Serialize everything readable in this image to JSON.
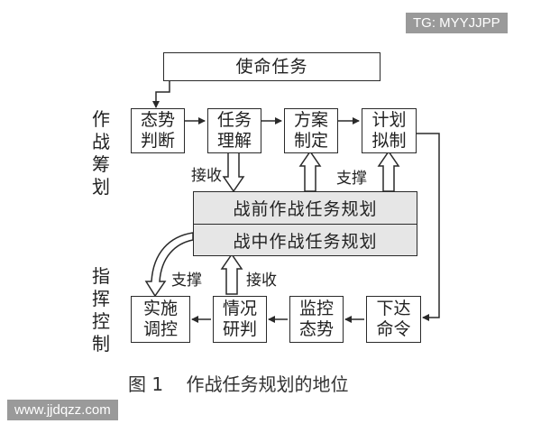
{
  "watermark_top": "TG: MYYJJPP",
  "watermark_bottom": "www.jjdqzz.com",
  "mission_box": "使命任务",
  "planning_label": [
    "作",
    "战",
    "筹",
    "划"
  ],
  "command_label": [
    "指",
    "挥",
    "控",
    "制"
  ],
  "top_row": [
    {
      "line1": "态势",
      "line2": "判断"
    },
    {
      "line1": "任务",
      "line2": "理解"
    },
    {
      "line1": "方案",
      "line2": "制定"
    },
    {
      "line1": "计划",
      "line2": "拟制"
    }
  ],
  "bottom_row": [
    {
      "line1": "实施",
      "line2": "调控"
    },
    {
      "line1": "情况",
      "line2": "研判"
    },
    {
      "line1": "监控",
      "line2": "态势"
    },
    {
      "line1": "下达",
      "line2": "命令"
    }
  ],
  "pre_battle_bar": "战前作战任务规划",
  "in_battle_bar": "战中作战任务规划",
  "labels": {
    "receive_top": "接收",
    "support_top": "支撑",
    "support_bottom": "支撑",
    "receive_bottom": "接收"
  },
  "caption": "图 1    作战任务规划的地位"
}
